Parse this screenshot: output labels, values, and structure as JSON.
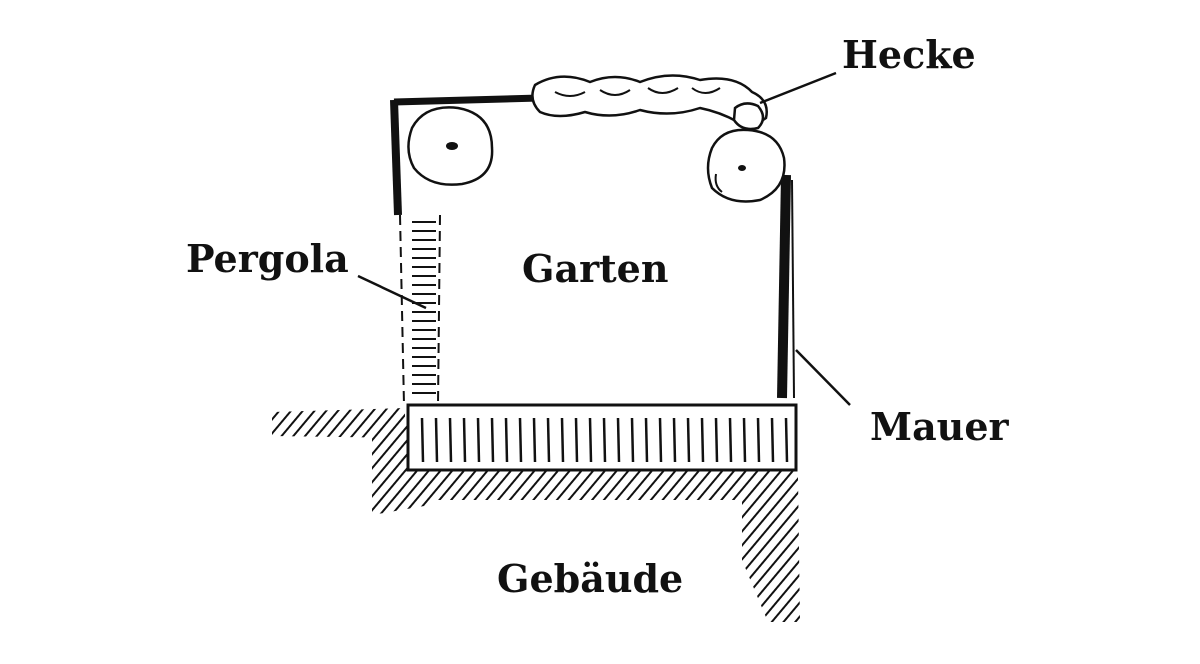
{
  "labels": {
    "hedge": "Hecke",
    "pergola": "Pergola",
    "garden": "Garten",
    "wall": "Mauer",
    "building": "Gebäude"
  },
  "colors": {
    "ink": "#111111",
    "paper": "#ffffff"
  }
}
